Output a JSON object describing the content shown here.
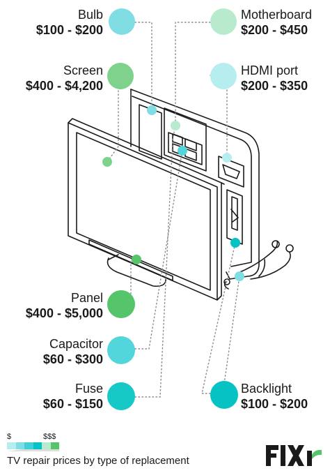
{
  "components": [
    {
      "id": "bulb",
      "name": "Bulb",
      "price": "$100 - $200",
      "color": "#7fdde3",
      "side": "left"
    },
    {
      "id": "screen",
      "name": "Screen",
      "price": "$400 - $4,200",
      "color": "#7fd28c",
      "side": "left"
    },
    {
      "id": "panel",
      "name": "Panel",
      "price": "$400 - $5,000",
      "color": "#55c46a",
      "side": "left"
    },
    {
      "id": "capacitor",
      "name": "Capacitor",
      "price": "$60 - $300",
      "color": "#52d6db",
      "side": "left"
    },
    {
      "id": "fuse",
      "name": "Fuse",
      "price": "$60 - $150",
      "color": "#16c8c6",
      "side": "left"
    },
    {
      "id": "motherboard",
      "name": "Motherboard",
      "price": "$200 - $450",
      "color": "#b8ebce",
      "side": "right"
    },
    {
      "id": "hdmi",
      "name": "HDMI port",
      "price": "$200 - $350",
      "color": "#b6eef0",
      "side": "right"
    },
    {
      "id": "backlight",
      "name": "Backlight",
      "price": "$100 - $200",
      "color": "#07c2c3",
      "side": "right"
    }
  ],
  "legend": {
    "low": "$",
    "high": "$$$",
    "colors": [
      "#b6eef0",
      "#7fdde3",
      "#3fcfd8",
      "#07c2c3",
      "#b8ebce",
      "#55c46a"
    ]
  },
  "caption": "TV repair prices by type of replacement",
  "logo": {
    "text": "FIXR",
    "color": "#1a1a1a",
    "accent": "#55c46a"
  }
}
